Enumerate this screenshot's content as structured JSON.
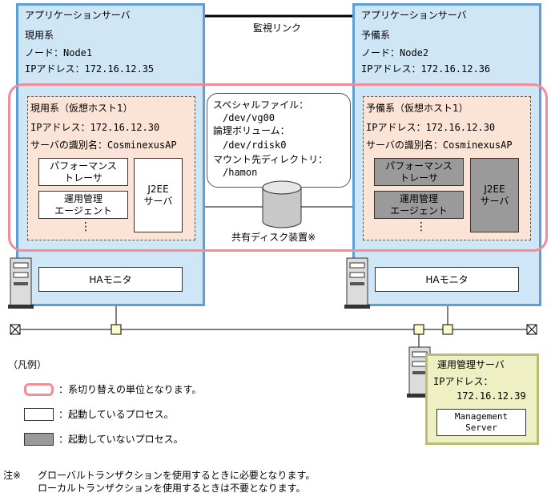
{
  "left_server": {
    "title": "アプリケーションサーバ",
    "role": "現用系",
    "node": "ノード：Node1",
    "ip": "IPアドレス：172.16.12.35"
  },
  "right_server": {
    "title": "アプリケーションサーバ",
    "role": "予備系",
    "node": "ノード：Node2",
    "ip": "IPアドレス：172.16.12.36"
  },
  "monitor_link": "監視リンク",
  "left_host": {
    "title": "現用系（仮想ホスト1）",
    "ip": "IPアドレス：172.16.12.30",
    "id": "サーバの識別名：CosminexusAP",
    "perf_tracer": [
      "パフォーマンス",
      "トレーサ"
    ],
    "mgmt_agent": [
      "運用管理",
      "エージェント"
    ],
    "dots": "⋮",
    "j2ee": [
      "J2EE",
      "サーバ"
    ]
  },
  "right_host": {
    "title": "予備系（仮想ホスト1）",
    "ip": "IPアドレス：172.16.12.30",
    "id": "サーバの識別名：CosminexusAP",
    "perf_tracer": [
      "パフォーマンス",
      "トレーサ"
    ],
    "mgmt_agent": [
      "運用管理",
      "エージェント"
    ],
    "dots": "⋮",
    "j2ee": [
      "J2EE",
      "サーバ"
    ]
  },
  "shared_disk": {
    "lines": [
      "スペシャルファイル：",
      "　/dev/vg00",
      "論理ボリューム：",
      "　/dev/rdisk0",
      "マウント先ディレクトリ：",
      "　/hamon"
    ],
    "label": "共有ディスク装置※"
  },
  "ha_monitor": "HAモニタ",
  "mgmt_server": {
    "title": "運用管理サーバ",
    "ip_label": "IPアドレス：",
    "ip": "172.16.12.39",
    "box": [
      "Management",
      "Server"
    ]
  },
  "legend": {
    "title": "（凡例）",
    "unit": "：系切り替えの単位となります。",
    "running": "：起動しているプロセス。",
    "stopped": "：起動していないプロセス。"
  },
  "note": {
    "mark": "注※",
    "line1": "グローバルトランザクションを使用するときに必要となります。",
    "line2": "ローカルトランザクションを使用するときは不要となります。"
  },
  "colors": {
    "server_bg": "#cfe6f7",
    "server_border": "#5c9fd8",
    "host_bg": "#fbe4d5",
    "failover_unit": "#f08d96",
    "stopped_process": "#9a9a9a",
    "mgmt_bg": "#eef0c4",
    "mgmt_border": "#b8bd72"
  }
}
